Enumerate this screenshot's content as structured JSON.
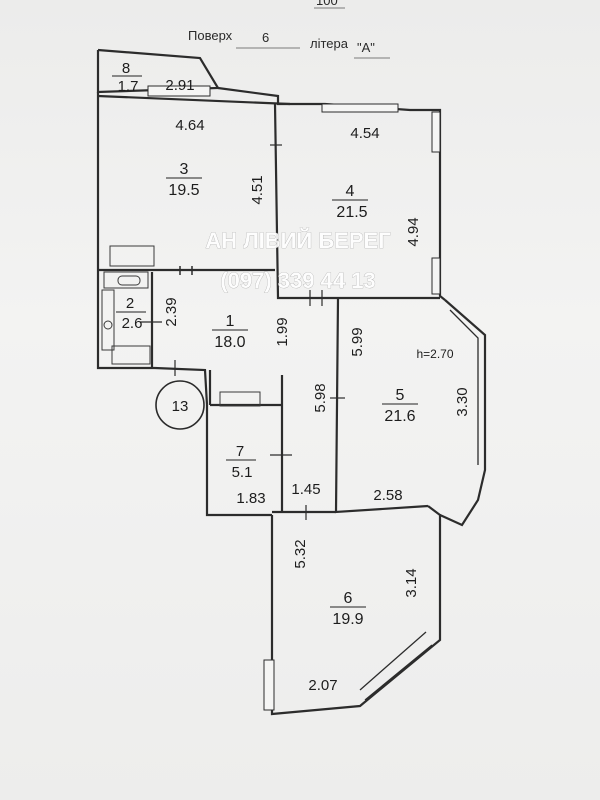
{
  "header": {
    "floor_label": "Поверх",
    "floor_value": "6",
    "litera_label": "літера",
    "litera_value": "\"А\"",
    "top_fragment": "100"
  },
  "watermark": {
    "line1": "АН ЛІВИЙ БЕРЕГ",
    "line2": "(097) 339 44 13"
  },
  "rooms": [
    {
      "id": "8",
      "area": "1.7"
    },
    {
      "id": "3",
      "area": "19.5"
    },
    {
      "id": "4",
      "area": "21.5"
    },
    {
      "id": "2",
      "area": "2.6"
    },
    {
      "id": "1",
      "area": "18.0"
    },
    {
      "id": "5",
      "area": "21.6"
    },
    {
      "id": "7",
      "area": "5.1"
    },
    {
      "id": "6",
      "area": "19.9"
    }
  ],
  "dimensions": {
    "d291": "2.91",
    "d464": "4.64",
    "d454": "4.54",
    "d451": "4.51",
    "d494": "4.94",
    "d239": "2.39",
    "d199": "1.99",
    "d599": "5.99",
    "d598": "5.98",
    "d330": "3.30",
    "d258": "2.58",
    "d183": "1.83",
    "d145": "1.45",
    "d532": "5.32",
    "d314": "3.14",
    "d207": "2.07"
  },
  "ceiling_height": "h=2.70",
  "circle_marker": "13"
}
